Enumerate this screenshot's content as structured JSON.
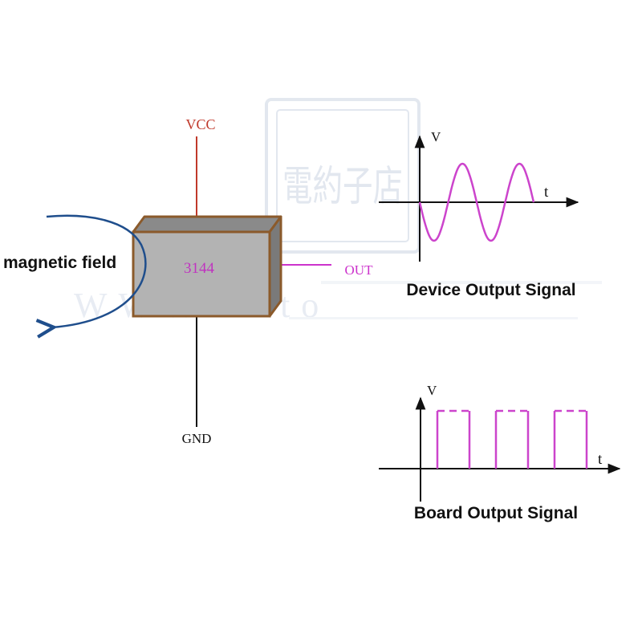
{
  "watermark": {
    "seal_text": "電約子店",
    "url_text": "WWW.auto"
  },
  "sensor": {
    "chip_label": "3144",
    "vcc_label": "VCC",
    "out_label": "OUT",
    "gnd_label": "GND",
    "field_label": "magnetic field"
  },
  "device_signal": {
    "caption": "Device Output Signal",
    "v_label": "V",
    "t_label": "t",
    "waveform": "sine",
    "cycles": 2
  },
  "board_signal": {
    "caption": "Board Output Signal",
    "v_label": "V",
    "t_label": "t",
    "waveform": "square",
    "pulses": 3
  },
  "colors": {
    "vcc_wire": "#c0392b",
    "out_wire": "#cc33cc",
    "signal": "#cc44cc",
    "chip_face": "#b3b3b3",
    "chip_border": "#8b5a2b",
    "field_arrow": "#1f4e8c",
    "axis": "#111111"
  }
}
